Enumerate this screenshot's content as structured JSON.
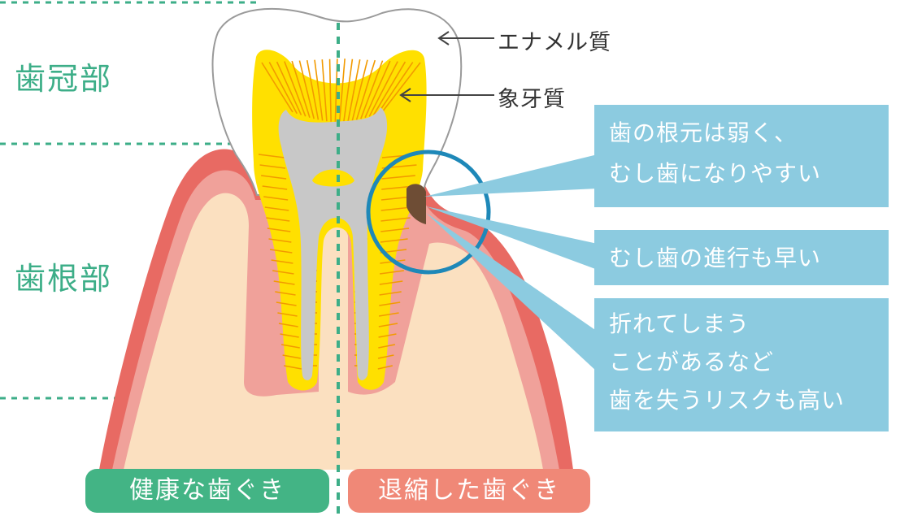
{
  "zones": {
    "crown": "歯冠部",
    "root": "歯根部"
  },
  "callouts": {
    "enamel": "エナメル質",
    "dentin": "象牙質"
  },
  "notes": [
    {
      "lines": [
        "歯の根元は弱く、",
        "むし歯になりやすい"
      ]
    },
    {
      "lines": [
        "むし歯の進行も早い"
      ]
    },
    {
      "lines": [
        "折れてしまう",
        "ことがあるなど",
        "歯を失うリスクも高い"
      ]
    }
  ],
  "captions": {
    "healthy": "健康な歯ぐき",
    "receded": "退縮した歯ぐき"
  },
  "colors": {
    "guide": "#3dae88",
    "gum_outer": "#e86a63",
    "gum_inner": "#f0a19a",
    "bone": "#fbe0c0",
    "dentin": "#ffe000",
    "dentin_lines": "#f29a00",
    "pulp": "#c8c8c8",
    "enamel_outline": "#9a9a9a",
    "circle": "#1e88b8",
    "info_box": "#8ccbe0",
    "healthy_pill": "#43b485",
    "receded_pill": "#f08877",
    "caries": "#6e4d35"
  }
}
